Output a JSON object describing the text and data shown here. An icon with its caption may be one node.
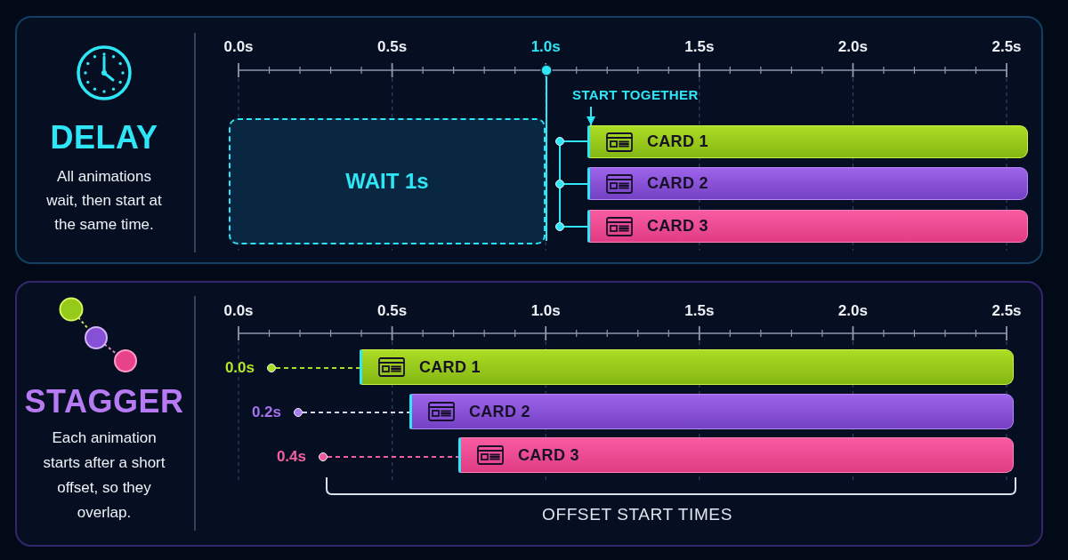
{
  "diagram": {
    "nodes": [
      {
        "text": [
          "DELAY",
          "All animations wait, then start at the same time."
        ]
      },
      {
        "text": [
          "WAIT 1s"
        ],
        "in": 0
      },
      {
        "text": [
          "START TOGETHER"
        ],
        "in": 0
      },
      {
        "text": [],
        "shape": "circle",
        "in": 0
      },
      {
        "text": [
          "CARD 1"
        ],
        "in": 0
      },
      {
        "text": [],
        "shape": "circle",
        "in": 0
      },
      {
        "text": [
          "CARD 2"
        ],
        "in": 0
      },
      {
        "text": [],
        "shape": "circle",
        "in": 0
      },
      {
        "text": [
          "CARD 3"
        ],
        "in": 0
      },
      {
        "text": [
          "STAGGER",
          "Each animation starts after a short offset, so they overlap."
        ]
      },
      {
        "text": [],
        "shape": "circle",
        "beside": [
          "0.0s"
        ],
        "in": 9
      },
      {
        "text": [
          "CARD 1"
        ],
        "in": 9
      },
      {
        "text": [],
        "shape": "circle",
        "beside": [
          "0.2s"
        ],
        "in": 9
      },
      {
        "text": [
          "CARD 2"
        ],
        "in": 9
      },
      {
        "text": [],
        "shape": "circle",
        "beside": [
          "0.4s"
        ],
        "in": 9
      },
      {
        "text": [
          "CARD 3"
        ],
        "in": 9
      }
    ],
    "edges": [
      {
        "from": 2,
        "to": 4,
        "arrow": "to"
      },
      {
        "from": 3,
        "to": 4,
        "arrow": "none"
      },
      {
        "from": 5,
        "to": 6,
        "arrow": "none"
      },
      {
        "from": 7,
        "to": 8,
        "arrow": "none"
      },
      {
        "from": 3,
        "to": 5,
        "arrow": "none"
      },
      {
        "from": 5,
        "to": 7,
        "arrow": "none"
      },
      {
        "from": 10,
        "to": 11,
        "arrow": "none",
        "style": "dashed",
        "color": "#a8e020"
      },
      {
        "from": 12,
        "to": 13,
        "arrow": "none",
        "style": "dashed",
        "color": "#d8d0f0"
      },
      {
        "from": 14,
        "to": 15,
        "arrow": "none",
        "style": "dashed",
        "color": "#f060a0"
      }
    ],
    "labels": [
      "0.0s",
      "0.5s",
      "1.0s",
      "1.5s",
      "2.0s",
      "2.5s",
      "0.0s",
      "0.5s",
      "1.0s",
      "1.5s",
      "2.0s",
      "2.5s",
      "OFFSET START TIMES"
    ]
  }
}
